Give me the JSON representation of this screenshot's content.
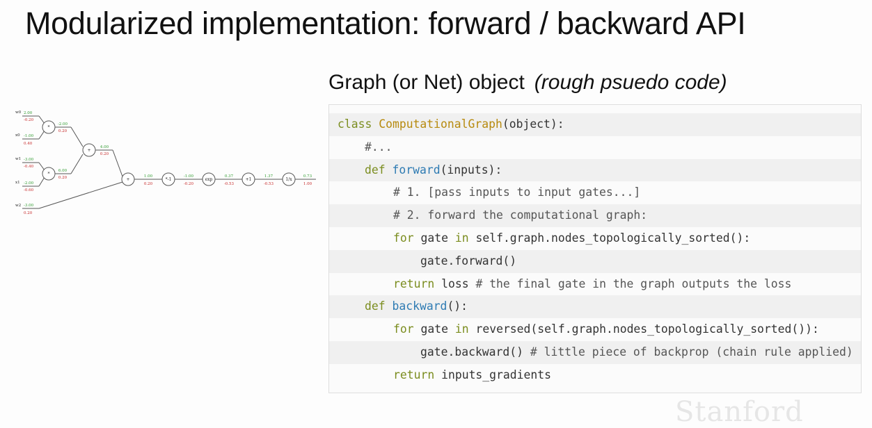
{
  "slide": {
    "title": "Modularized implementation: forward / backward API",
    "subtitle": "Graph (or Net) object",
    "subtitle_note": "(rough psuedo code)",
    "watermark": "Stanford"
  },
  "graph": {
    "inputs": [
      {
        "name": "w0",
        "value": "2.00",
        "grad": "-0.20"
      },
      {
        "name": "x0",
        "value": "-1.00",
        "grad": "0.40"
      },
      {
        "name": "w1",
        "value": "-3.00",
        "grad": "-0.40"
      },
      {
        "name": "x1",
        "value": "-2.00",
        "grad": "-0.60"
      },
      {
        "name": "w2",
        "value": "-3.00",
        "grad": "0.20"
      }
    ],
    "nodes": [
      "*",
      "*",
      "+",
      "+",
      "*-1",
      "exp",
      "+1",
      "1/x"
    ],
    "edges": [
      {
        "value": "-2.00",
        "grad": "0.20"
      },
      {
        "value": "6.00",
        "grad": "0.20"
      },
      {
        "value": "4.00",
        "grad": "0.20"
      },
      {
        "value": "1.00",
        "grad": "0.20"
      },
      {
        "value": "-1.00",
        "grad": "-0.20"
      },
      {
        "value": "0.37",
        "grad": "-0.53"
      },
      {
        "value": "1.37",
        "grad": "-0.53"
      },
      {
        "value": "0.73",
        "grad": "1.00"
      }
    ],
    "colors": {
      "forward": "#2e9a2e",
      "backward": "#c62828",
      "line": "#555555"
    }
  },
  "code": {
    "l1_kw": "class",
    "l1_cls": "ComputationalGraph",
    "l1_rest": "(object):",
    "l2": "#...",
    "l3_kw": "def",
    "l3_fn": "forward",
    "l3_rest": "(inputs):",
    "l4": "# 1. [pass inputs to input gates...]",
    "l5": "# 2. forward the computational graph:",
    "l6_kw": "for",
    "l6_a": "gate",
    "l6_in": "in",
    "l6_b": "self.graph.nodes_topologically_sorted():",
    "l7": "gate.forward()",
    "l8_kw": "return",
    "l8_a": "loss",
    "l8_cm": "# the final gate in the graph outputs the loss",
    "l9_kw": "def",
    "l9_fn": "backward",
    "l9_rest": "():",
    "l10_kw": "for",
    "l10_a": "gate",
    "l10_in": "in",
    "l10_b": "reversed(self.graph.nodes_topologically_sorted()):",
    "l11_a": "gate.backward()",
    "l11_cm": "# little piece of backprop (chain rule applied)",
    "l12_kw": "return",
    "l12_a": "inputs_gradients"
  }
}
